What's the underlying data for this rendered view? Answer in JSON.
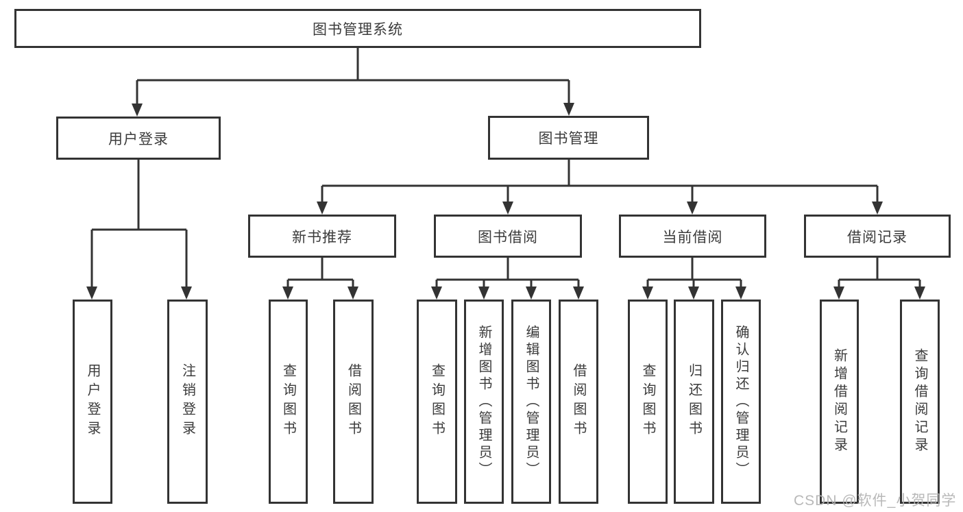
{
  "tree": {
    "root": {
      "label": "图书管理系统"
    },
    "branches": [
      {
        "label": "用户登录",
        "children": [
          {
            "label": "用户登录"
          },
          {
            "label": "注销登录"
          }
        ]
      },
      {
        "label": "图书管理",
        "children": [
          {
            "label": "新书推荐",
            "children": [
              {
                "label": "查询图书"
              },
              {
                "label": "借阅图书"
              }
            ]
          },
          {
            "label": "图书借阅",
            "children": [
              {
                "label": "查询图书"
              },
              {
                "label": "新增图书（管理员）"
              },
              {
                "label": "编辑图书（管理员）"
              },
              {
                "label": "借阅图书"
              }
            ]
          },
          {
            "label": "当前借阅",
            "children": [
              {
                "label": "查询图书"
              },
              {
                "label": "归还图书"
              },
              {
                "label": "确认归还（管理员）"
              }
            ]
          },
          {
            "label": "借阅记录",
            "children": [
              {
                "label": "新增借阅记录"
              },
              {
                "label": "查询借阅记录"
              }
            ]
          }
        ]
      }
    ]
  },
  "watermark": {
    "text": "CSDN @软件_小贺同学"
  },
  "colors": {
    "line": "#333333",
    "text": "#3b3b3b",
    "watermark": "#b3b3b3",
    "background": "#ffffff"
  }
}
